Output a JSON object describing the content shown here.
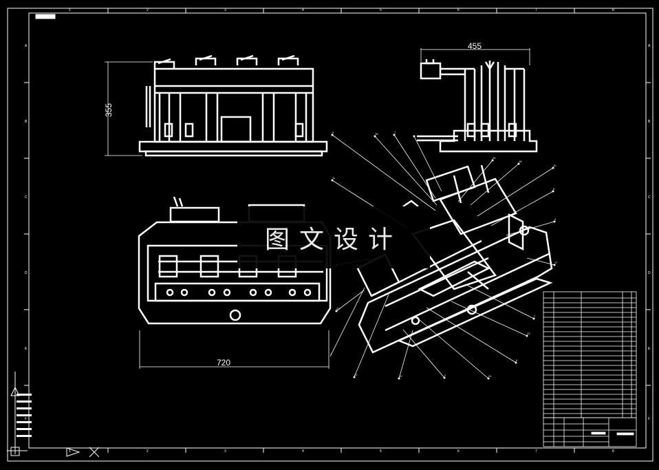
{
  "dimensions": {
    "width_top": "455",
    "height_front": "355",
    "width_plan": "720"
  },
  "watermark": "图文设计",
  "frame": {
    "column_numbers": [
      "1",
      "2",
      "3",
      "4",
      "5",
      "6",
      "7",
      "8"
    ],
    "row_letters": [
      "A",
      "B",
      "C",
      "D",
      "E",
      "F"
    ]
  },
  "balloons": [
    "5",
    "16",
    "7",
    "25",
    "18",
    "10",
    "8",
    "4",
    "17",
    "7",
    "13",
    "8",
    "21",
    "2",
    "10",
    "22",
    "23",
    "3",
    "1",
    "11"
  ],
  "colors": {
    "line": "#ffffff",
    "background": "#000000"
  }
}
